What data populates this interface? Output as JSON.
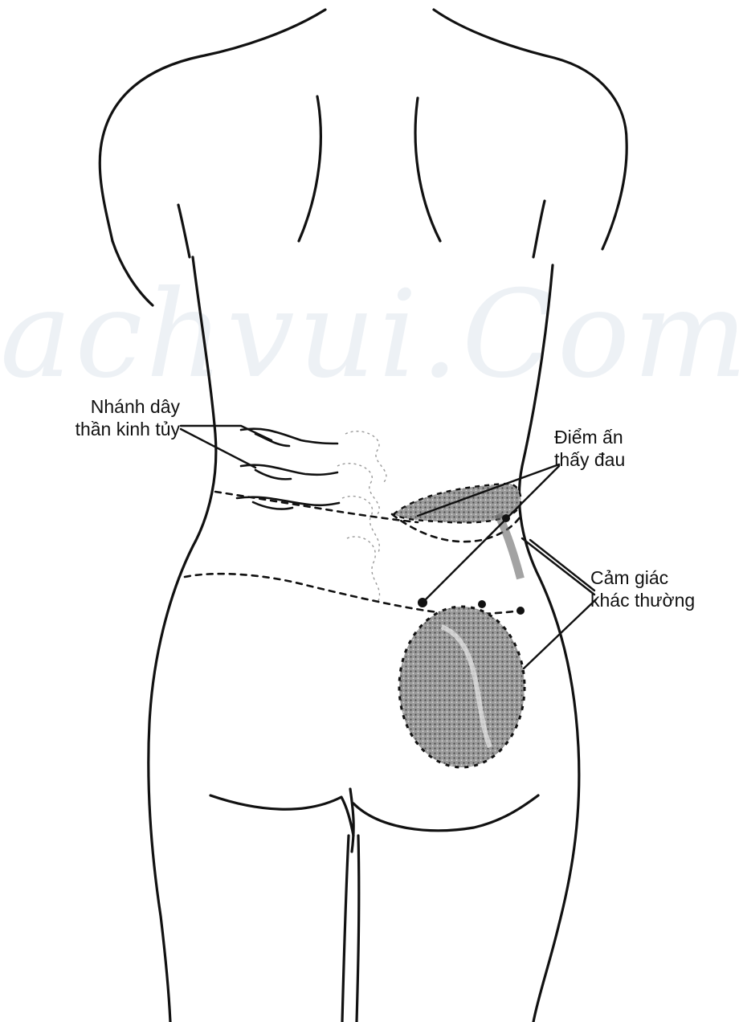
{
  "watermark": "achvui.Com",
  "labels": {
    "nerve_branches": {
      "line1": "Nhánh dây",
      "line2": "thần kinh tủy"
    },
    "pain_points": {
      "line1": "Điểm ấn",
      "line2": "thấy đau"
    },
    "abnormal_sensation": {
      "line1": "Cảm giác",
      "line2": "khác thường"
    }
  },
  "colors": {
    "ink": "#111111",
    "shading": "#7a7a7a",
    "watermark": "#dfe6ee"
  }
}
